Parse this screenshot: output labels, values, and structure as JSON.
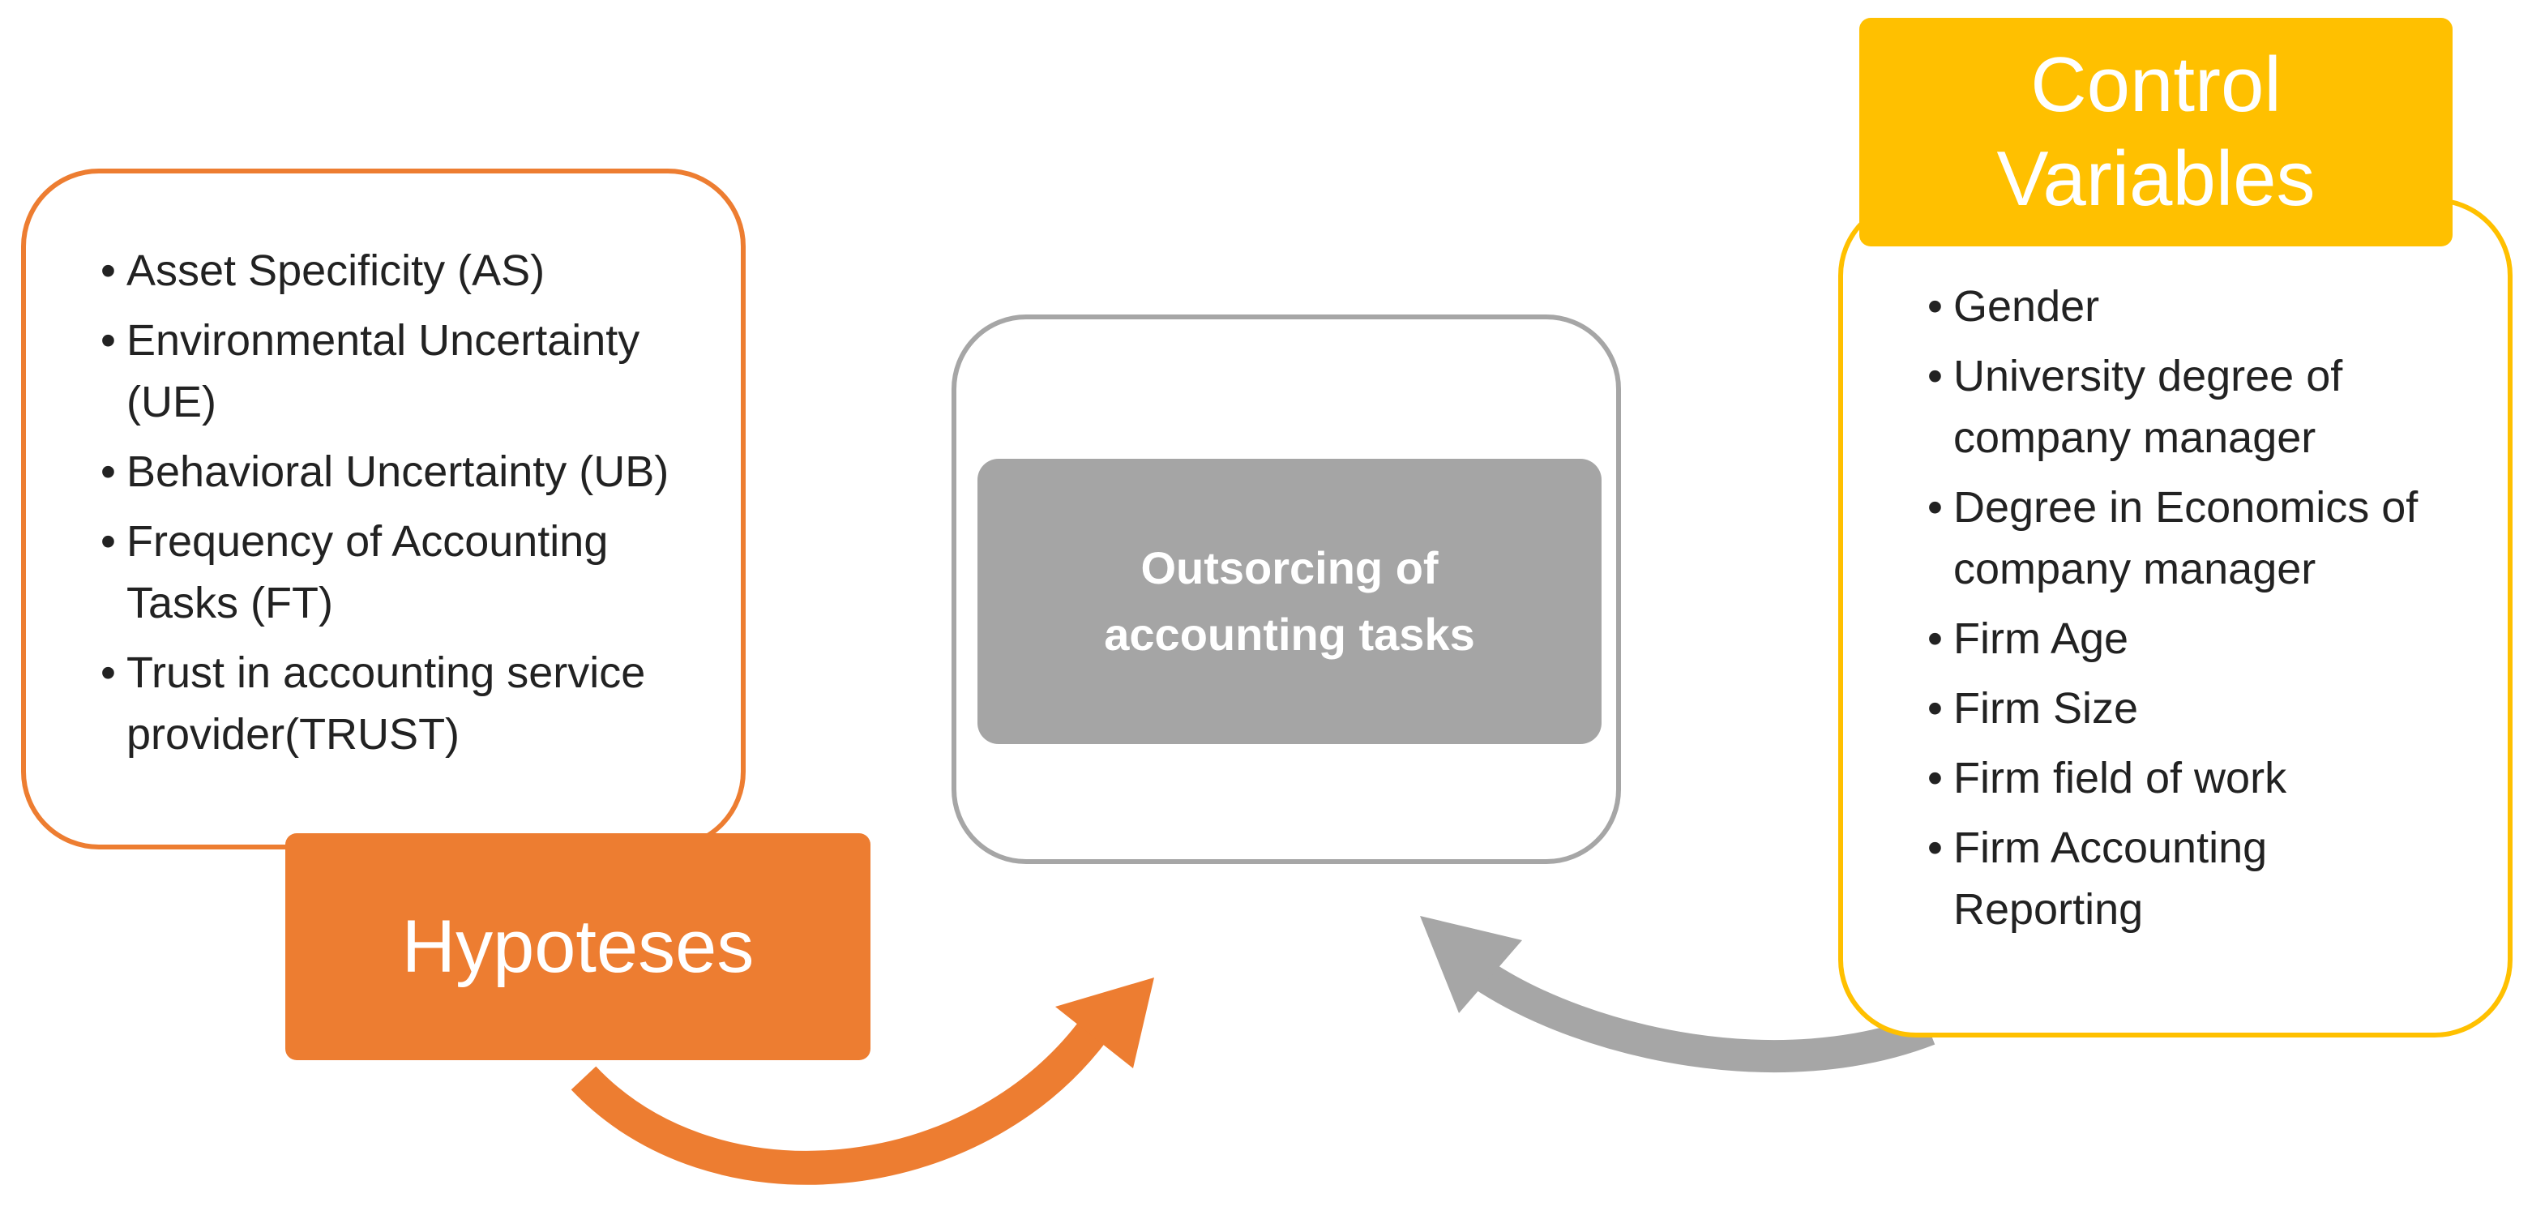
{
  "hypotheses": {
    "label": "Hypoteses",
    "items": [
      "Asset Specificity (AS)",
      "Environmental Uncertainty (UE)",
      "Behavioral Uncertainty (UB)",
      "Frequency of Accounting Tasks (FT)",
      "Trust in accounting service provider(TRUST)"
    ]
  },
  "outcome": {
    "label": "Outsorcing of\naccounting tasks"
  },
  "control": {
    "label": "Control\nVariables",
    "items": [
      "Gender",
      "University degree of company manager",
      "Degree in Economics of company manager",
      "Firm Age",
      "Firm Size",
      "Firm field of work",
      "Firm Accounting Reporting"
    ]
  },
  "colors": {
    "hypotheses": "#ED7D31",
    "control": "#FFC000",
    "outcome": "#A5A5A5",
    "control_arrow": "#A6A6A6"
  }
}
